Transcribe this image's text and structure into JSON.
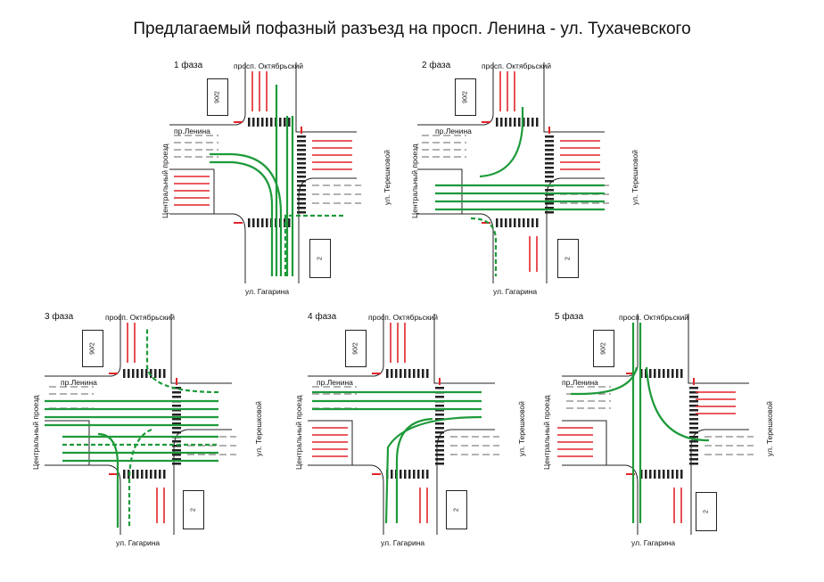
{
  "title": "Предлагаемый пофазный разъезд на просп. Ленина - ул. Тухачевского",
  "labels": {
    "north_street": "просп. Октябрьский",
    "south_street": "ул. Гагарина",
    "west_upper": "пр.Ленина",
    "west_vertical": "Центральный проезд",
    "east_street": "ул. Терешковой",
    "building_north": "90/2",
    "building_south": "2"
  },
  "phases": [
    {
      "label": "1 фаза"
    },
    {
      "label": "2 фаза"
    },
    {
      "label": "3 фаза"
    },
    {
      "label": "4 фаза"
    },
    {
      "label": "5 фаза"
    }
  ],
  "colors": {
    "road": "#222222",
    "lane_marking": "#333333",
    "stopped_arrow": "#e3242b",
    "moving_arrow": "#1e9a3a",
    "pedestrian_arrow": "#e3242b"
  }
}
